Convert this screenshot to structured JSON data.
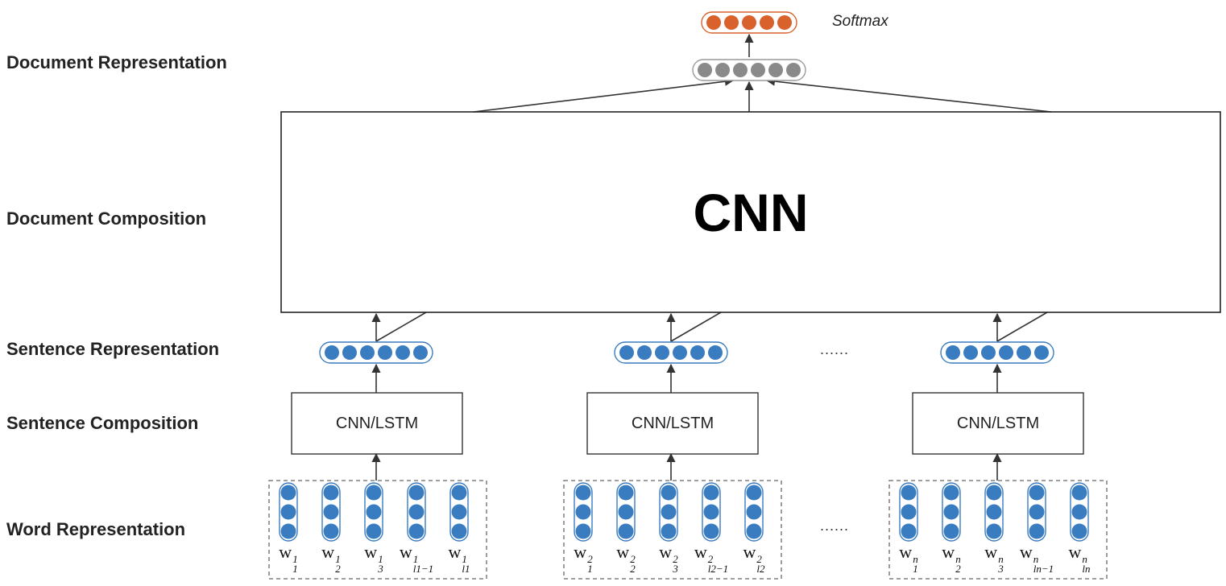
{
  "layers": {
    "document_representation": "Document Representation",
    "document_composition": "Document Composition",
    "sentence_representation": "Sentence Representation",
    "sentence_composition": "Sentence Composition",
    "word_representation": "Word Representation"
  },
  "softmax_label": "Softmax",
  "document_model_label": "CNN",
  "sentence_model_label": "CNN/LSTM",
  "ellipsis": "......",
  "word_groups": [
    {
      "words": [
        {
          "base": "w",
          "sup": "1",
          "sub": "1"
        },
        {
          "base": "w",
          "sup": "1",
          "sub": "2"
        },
        {
          "base": "w",
          "sup": "1",
          "sub": "3"
        },
        {
          "base": "w",
          "sup": "1",
          "sub": "l1−1"
        },
        {
          "base": "w",
          "sup": "1",
          "sub": "l1"
        }
      ]
    },
    {
      "words": [
        {
          "base": "w",
          "sup": "2",
          "sub": "1"
        },
        {
          "base": "w",
          "sup": "2",
          "sub": "2"
        },
        {
          "base": "w",
          "sup": "2",
          "sub": "3"
        },
        {
          "base": "w",
          "sup": "2",
          "sub": "l2−1"
        },
        {
          "base": "w",
          "sup": "2",
          "sub": "l2"
        }
      ]
    },
    {
      "words": [
        {
          "base": "w",
          "sup": "n",
          "sub": "1"
        },
        {
          "base": "w",
          "sup": "n",
          "sub": "2"
        },
        {
          "base": "w",
          "sup": "n",
          "sub": "3"
        },
        {
          "base": "w",
          "sup": "n",
          "sub": "ln−1"
        },
        {
          "base": "w",
          "sup": "n",
          "sub": "ln"
        }
      ]
    }
  ],
  "colors": {
    "word_node": "#3a7cc0",
    "sentence_node": "#3a7cc0",
    "document_node": "#8a8a8a",
    "softmax_node": "#d9612c",
    "line": "#333333"
  }
}
